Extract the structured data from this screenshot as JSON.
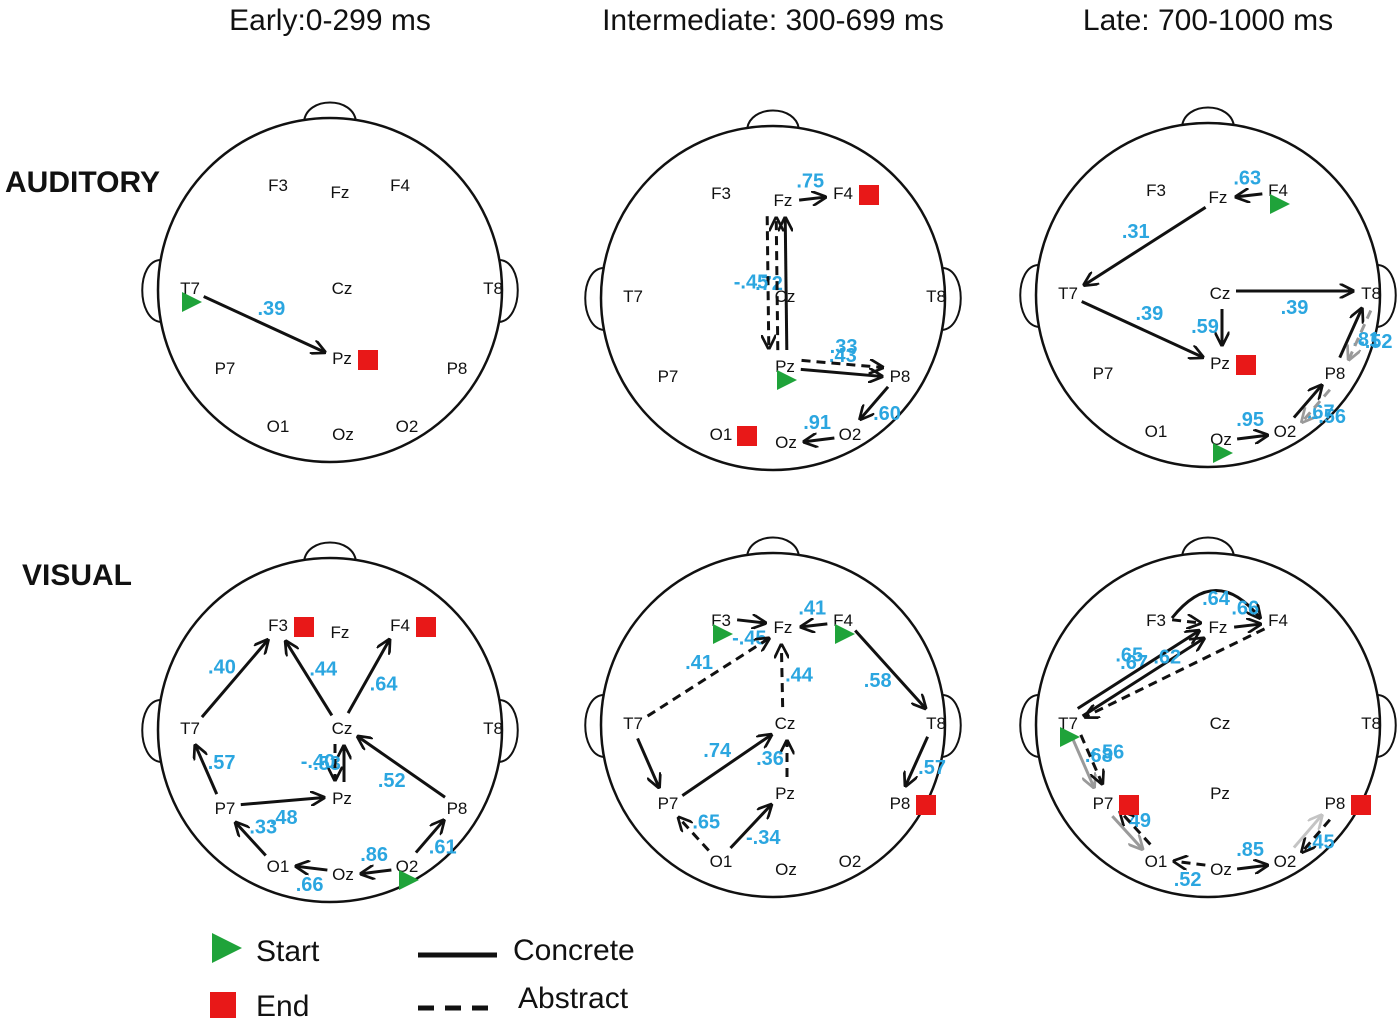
{
  "columns": [
    {
      "title": "Early:0-299 ms"
    },
    {
      "title": "Intermediate: 300-699 ms"
    },
    {
      "title": "Late: 700-1000 ms"
    }
  ],
  "rows": [
    {
      "label": "AUDITORY"
    },
    {
      "label": "VISUAL"
    }
  ],
  "legend": {
    "start": "Start",
    "end": "End",
    "concrete": "Concrete",
    "abstract": "Abstract"
  },
  "colors": {
    "start": "#1fa33a",
    "end": "#e81818",
    "value": "#2ba6e0",
    "concrete": "#111111",
    "abstract": "#111111",
    "gray": "#9a9a9a",
    "lightgray": "#c4c4c4"
  },
  "electrodes": [
    "F3",
    "Fz",
    "F4",
    "T7",
    "Cz",
    "T8",
    "P7",
    "Pz",
    "P8",
    "O1",
    "Oz",
    "O2"
  ],
  "panels": [
    {
      "id": "auditory-early",
      "starts": [
        "T7"
      ],
      "ends": [
        "Pz"
      ],
      "connections": [
        {
          "from": "T7",
          "to": "Pz",
          "style": "solid",
          "color": "black",
          "value": ".39"
        }
      ]
    },
    {
      "id": "auditory-intermediate",
      "starts": [
        "Pz"
      ],
      "ends": [
        "F4",
        "O1"
      ],
      "connections": [
        {
          "from": "Pz",
          "to": "Fz",
          "style": "solid",
          "color": "black",
          "value": ".72"
        },
        {
          "from": "Pz",
          "to": "Fz",
          "style": "dashed",
          "color": "black",
          "value": ""
        },
        {
          "from": "Fz",
          "to": "Pz",
          "style": "dashed",
          "color": "black",
          "value": "-.45"
        },
        {
          "from": "Fz",
          "to": "F4",
          "style": "solid",
          "color": "black",
          "value": ".75"
        },
        {
          "from": "Pz",
          "to": "P8",
          "style": "solid",
          "color": "black",
          "value": ".43"
        },
        {
          "from": "Pz",
          "to": "P8",
          "style": "dashed",
          "color": "black",
          "value": ".33"
        },
        {
          "from": "P8",
          "to": "O2",
          "style": "solid",
          "color": "black",
          "value": ".60"
        },
        {
          "from": "O2",
          "to": "Oz",
          "style": "solid",
          "color": "black",
          "value": ".91"
        }
      ]
    },
    {
      "id": "auditory-late",
      "starts": [
        "F4",
        "Oz"
      ],
      "ends": [
        "Pz"
      ],
      "connections": [
        {
          "from": "F4",
          "to": "Fz",
          "style": "solid",
          "color": "black",
          "value": ".63"
        },
        {
          "from": "Fz",
          "to": "T7",
          "style": "solid",
          "color": "black",
          "value": ".31"
        },
        {
          "from": "T7",
          "to": "Pz",
          "style": "solid",
          "color": "black",
          "value": ".39"
        },
        {
          "from": "Cz",
          "to": "Pz",
          "style": "solid",
          "color": "black",
          "value": ".59"
        },
        {
          "from": "Cz",
          "to": "T8",
          "style": "solid",
          "color": "black",
          "value": ".39"
        },
        {
          "from": "Oz",
          "to": "O2",
          "style": "solid",
          "color": "black",
          "value": ".95"
        },
        {
          "from": "O2",
          "to": "P8",
          "style": "solid",
          "color": "black",
          "value": ".67"
        },
        {
          "from": "P8",
          "to": "T8",
          "style": "solid",
          "color": "black",
          "value": ".81"
        },
        {
          "from": "T8",
          "to": "P8",
          "style": "dashed",
          "color": "gray",
          "value": "-.52"
        },
        {
          "from": "P8",
          "to": "O2",
          "style": "dashed",
          "color": "gray",
          "value": "-.56"
        }
      ]
    },
    {
      "id": "visual-early",
      "starts": [
        "O2"
      ],
      "ends": [
        "F3",
        "F4"
      ],
      "connections": [
        {
          "from": "T7",
          "to": "F3",
          "style": "solid",
          "color": "black",
          "value": ".40"
        },
        {
          "from": "Cz",
          "to": "F3",
          "style": "solid",
          "color": "black",
          "value": ".44"
        },
        {
          "from": "Cz",
          "to": "F4",
          "style": "solid",
          "color": "black",
          "value": ".64"
        },
        {
          "from": "P7",
          "to": "T7",
          "style": "solid",
          "color": "black",
          "value": ".57"
        },
        {
          "from": "Pz",
          "to": "Cz",
          "style": "solid",
          "color": "black",
          "value": ".53"
        },
        {
          "from": "Cz",
          "to": "Pz",
          "style": "dashed",
          "color": "black",
          "value": "-.40"
        },
        {
          "from": "P8",
          "to": "Cz",
          "style": "solid",
          "color": "black",
          "value": ".52"
        },
        {
          "from": "P7",
          "to": "Pz",
          "style": "solid",
          "color": "black",
          "value": ".48"
        },
        {
          "from": "O1",
          "to": "P7",
          "style": "solid",
          "color": "black",
          "value": ".33"
        },
        {
          "from": "Oz",
          "to": "O1",
          "style": "solid",
          "color": "black",
          "value": ".66"
        },
        {
          "from": "O2",
          "to": "Oz",
          "style": "solid",
          "color": "black",
          "value": ".86"
        },
        {
          "from": "O2",
          "to": "P8",
          "style": "solid",
          "color": "black",
          "value": ".61"
        }
      ]
    },
    {
      "id": "visual-intermediate",
      "starts": [
        "F3",
        "F4"
      ],
      "ends": [
        "P8"
      ],
      "connections": [
        {
          "from": "F3",
          "to": "Fz",
          "style": "solid",
          "color": "black",
          "value": "-.45"
        },
        {
          "from": "F4",
          "to": "Fz",
          "style": "solid",
          "color": "black",
          "value": ".41"
        },
        {
          "from": "F4",
          "to": "T8",
          "style": "solid",
          "color": "black",
          "value": ".58"
        },
        {
          "from": "T7",
          "to": "Fz",
          "style": "dashed",
          "color": "black",
          "value": ".41"
        },
        {
          "from": "Cz",
          "to": "Fz",
          "style": "dashed",
          "color": "black",
          "value": ".44"
        },
        {
          "from": "T7",
          "to": "P7",
          "style": "solid",
          "color": "black",
          "value": ""
        },
        {
          "from": "P7",
          "to": "Cz",
          "style": "solid",
          "color": "black",
          "value": ".74"
        },
        {
          "from": "Pz",
          "to": "Cz",
          "style": "dashed",
          "color": "black",
          "value": ".36"
        },
        {
          "from": "O1",
          "to": "P7",
          "style": "dashed",
          "color": "black",
          "value": ".65"
        },
        {
          "from": "O1",
          "to": "Pz",
          "style": "solid",
          "color": "black",
          "value": "-.34"
        },
        {
          "from": "T8",
          "to": "P8",
          "style": "solid",
          "color": "black",
          "value": ".57"
        }
      ]
    },
    {
      "id": "visual-late",
      "starts": [
        "T7"
      ],
      "ends": [
        "P7",
        "P8"
      ],
      "connections": [
        {
          "from": "F3",
          "to": "F4",
          "style": "solid",
          "color": "black",
          "value": ".64",
          "curve": true
        },
        {
          "from": "F3",
          "to": "Fz",
          "style": "dashed",
          "color": "black",
          "value": ""
        },
        {
          "from": "Fz",
          "to": "F4",
          "style": "solid",
          "color": "black",
          "value": ".66"
        },
        {
          "from": "T7",
          "to": "Fz",
          "style": "solid",
          "color": "black",
          "value": ".67"
        },
        {
          "from": "T7",
          "to": "Fz",
          "style": "solid",
          "color": "black",
          "value": ".65"
        },
        {
          "from": "F4",
          "to": "T7",
          "style": "dashed",
          "color": "black",
          "value": ".62"
        },
        {
          "from": "T7",
          "to": "P7",
          "style": "solid",
          "color": "gray",
          "value": ".68"
        },
        {
          "from": "T7",
          "to": "P7",
          "style": "dashed",
          "color": "black",
          "value": "-.56"
        },
        {
          "from": "P7",
          "to": "O1",
          "style": "solid",
          "color": "gray",
          "value": "49"
        },
        {
          "from": "O1",
          "to": "P7",
          "style": "dashed",
          "color": "black",
          "value": ""
        },
        {
          "from": "Oz",
          "to": "O1",
          "style": "dashed",
          "color": "black",
          "value": ".52"
        },
        {
          "from": "Oz",
          "to": "O2",
          "style": "solid",
          "color": "black",
          "value": ".85"
        },
        {
          "from": "O2",
          "to": "P8",
          "style": "solid",
          "color": "lightgray",
          "value": ".45"
        },
        {
          "from": "P8",
          "to": "O2",
          "style": "dashed",
          "color": "black",
          "value": ""
        }
      ]
    }
  ]
}
